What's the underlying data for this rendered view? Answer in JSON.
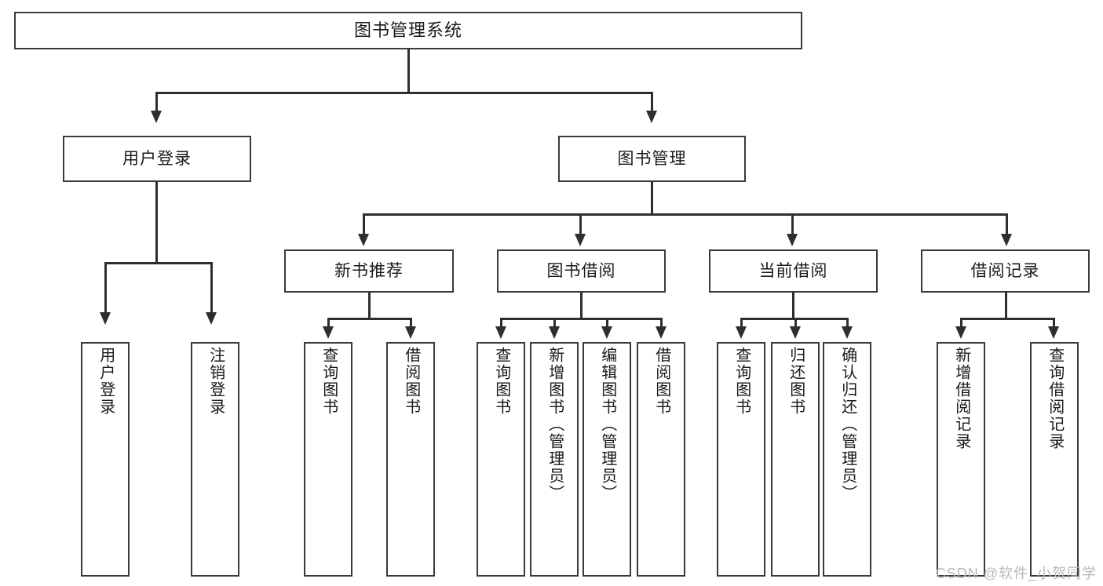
{
  "diagram": {
    "type": "tree",
    "title": "图书管理系统",
    "orientation": "top-down",
    "levels": 4,
    "colors": {
      "box_border": "#3a3a3a",
      "connector": "#2e2e2e",
      "background": "#ffffff",
      "text": "#1a1a1a",
      "watermark": "#b9b9b9"
    }
  },
  "nodes": {
    "root": {
      "label": "图书管理系统",
      "level": 1
    },
    "level2": [
      {
        "id": "user-login",
        "label": "用户登录"
      },
      {
        "id": "book-manage",
        "label": "图书管理"
      }
    ],
    "level3": [
      {
        "id": "new-book-rec",
        "label": "新书推荐",
        "parent": "book-manage"
      },
      {
        "id": "book-borrow",
        "label": "图书借阅",
        "parent": "book-manage"
      },
      {
        "id": "current-borrow",
        "label": "当前借阅",
        "parent": "book-manage"
      },
      {
        "id": "borrow-record",
        "label": "借阅记录",
        "parent": "book-manage"
      }
    ],
    "leaves": [
      {
        "id": "leaf-user-login",
        "label": "用户登录",
        "parent": "user-login"
      },
      {
        "id": "leaf-logout",
        "label": "注销登录",
        "parent": "user-login"
      },
      {
        "id": "leaf-query-book-1",
        "label": "查询图书",
        "parent": "new-book-rec"
      },
      {
        "id": "leaf-borrow-book-1",
        "label": "借阅图书",
        "parent": "new-book-rec"
      },
      {
        "id": "leaf-query-book-2",
        "label": "查询图书",
        "parent": "book-borrow"
      },
      {
        "id": "leaf-add-book",
        "label": "新增图书（管理员）",
        "parent": "book-borrow"
      },
      {
        "id": "leaf-edit-book",
        "label": "编辑图书（管理员）",
        "parent": "book-borrow"
      },
      {
        "id": "leaf-borrow-book-2",
        "label": "借阅图书",
        "parent": "book-borrow"
      },
      {
        "id": "leaf-query-book-3",
        "label": "查询图书",
        "parent": "current-borrow"
      },
      {
        "id": "leaf-return-book",
        "label": "归还图书",
        "parent": "current-borrow"
      },
      {
        "id": "leaf-confirm-return",
        "label": "确认归还（管理员）",
        "parent": "current-borrow"
      },
      {
        "id": "leaf-add-record",
        "label": "新增借阅记录",
        "parent": "borrow-record"
      },
      {
        "id": "leaf-query-record",
        "label": "查询借阅记录",
        "parent": "borrow-record"
      }
    ]
  },
  "watermark": {
    "text": "CSDN @软件_小贺同学"
  }
}
